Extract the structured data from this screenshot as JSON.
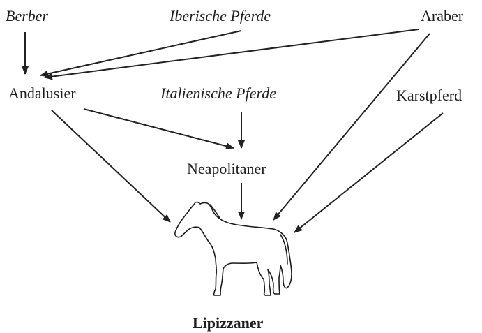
{
  "nodes": {
    "berber": "Berber",
    "iberische_pferde": "Iberische Pferde",
    "araber": "Araber",
    "andalusier": "Andalusier",
    "italienische_pferde": "Italienische Pferde",
    "karstpferd": "Karstpferd",
    "neapolitaner": "Neapolitaner",
    "lipizzaner": "Lipizzaner"
  },
  "edges": [
    {
      "from": "Berber",
      "to": "Andalusier"
    },
    {
      "from": "Iberische Pferde",
      "to": "Andalusier"
    },
    {
      "from": "Araber",
      "to": "Andalusier"
    },
    {
      "from": "Araber",
      "to": "Lipizzaner"
    },
    {
      "from": "Andalusier",
      "to": "Neapolitaner"
    },
    {
      "from": "Andalusier",
      "to": "Lipizzaner"
    },
    {
      "from": "Italienische Pferde",
      "to": "Neapolitaner"
    },
    {
      "from": "Neapolitaner",
      "to": "Lipizzaner"
    },
    {
      "from": "Karstpferd",
      "to": "Lipizzaner"
    }
  ],
  "illustration": "horse"
}
